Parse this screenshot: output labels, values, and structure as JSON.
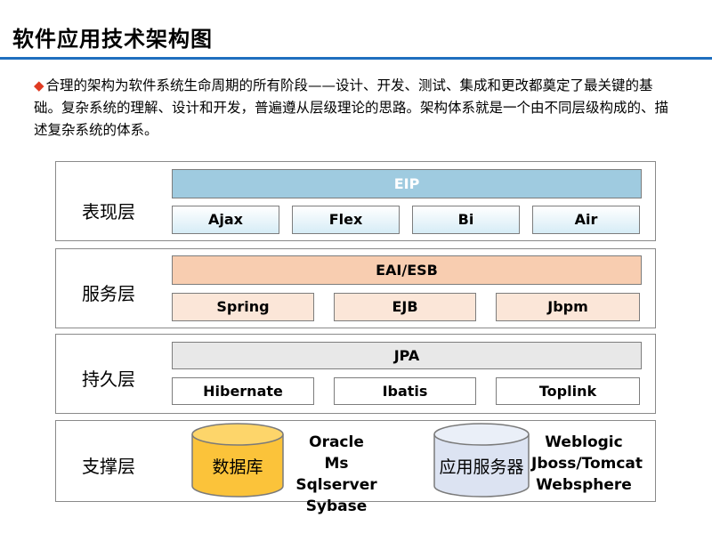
{
  "title": "软件应用技术架构图",
  "intro": "合理的架构为软件系统生命周期的所有阶段——设计、开发、测试、集成和更改都奠定了最关键的基础。复杂系统的理解、设计和开发，普遍遵从层级理论的思路。架构体系就是一个由不同层级构成的、描述复杂系统的体系。",
  "colors": {
    "title_rule": "#1f6fbf",
    "bullet": "#e03b22",
    "presentation": "#9fcbe0",
    "service": "#f8cdb0",
    "persistence": "#e8e8e8",
    "database": "#fbc33a",
    "app_server": "#dce3f2"
  },
  "layers": {
    "presentation": {
      "label": "表现层",
      "bar": "EIP",
      "items": [
        "Ajax",
        "Flex",
        "Bi",
        "Air"
      ]
    },
    "service": {
      "label": "服务层",
      "bar": "EAI/ESB",
      "items": [
        "Spring",
        "EJB",
        "Jbpm"
      ]
    },
    "persistence": {
      "label": "持久层",
      "bar": "JPA",
      "items": [
        "Hibernate",
        "Ibatis",
        "Toplink"
      ]
    },
    "support": {
      "label": "支撑层",
      "database": {
        "label": "数据库",
        "items": [
          "Oracle",
          "Ms Sqlserver",
          "Sybase"
        ]
      },
      "app_server": {
        "label": "应用服务器",
        "items": [
          "Weblogic",
          "Jboss/Tomcat",
          "Websphere"
        ]
      }
    }
  }
}
